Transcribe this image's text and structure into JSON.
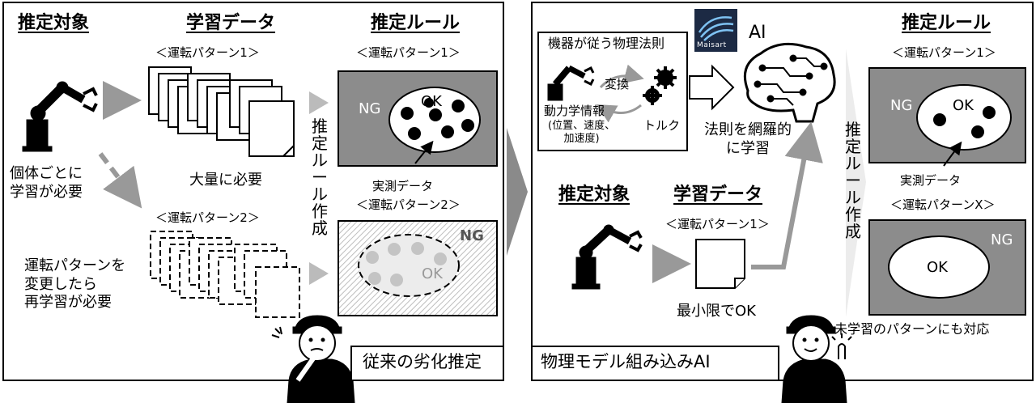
{
  "left": {
    "target_heading": "推定対象",
    "data_heading": "学習データ",
    "rule_heading": "推定ルール",
    "pattern1": "＜運転パターン1＞",
    "pattern2": "＜運転パターン2＞",
    "individual_note": "個体ごとに\n学習が必要",
    "large_needed": "大量に必要",
    "relearn_note": "運転パターンを\n変更したら\n再学習が必要",
    "vertical_label": "推定ルール作成",
    "ng": "NG",
    "ok": "OK",
    "measured": "実測データ",
    "caption": "従来の劣化推定"
  },
  "right": {
    "physics_title": "機器が従う物理法則",
    "transform": "変換",
    "dynamics": "動力学情報",
    "dynamics_detail": "(位置、速度、\n加速度)",
    "torque": "トルク",
    "ai_label": "AI",
    "logo_text": "Maisart",
    "cover_law": "法則を網羅的\nに学習",
    "target_heading": "推定対象",
    "data_heading": "学習データ",
    "pattern1": "＜運転パターン1＞",
    "minimal_ok": "最小限でOK",
    "vertical_label": "推定ルール作成",
    "rule_heading": "推定ルール",
    "patternX": "＜運転パターンX＞",
    "ng": "NG",
    "ok": "OK",
    "measured": "実測データ",
    "unlearned": "未学習のパターンにも対応",
    "caption": "物理モデル組み込みAI"
  },
  "colors": {
    "panel_gray": "#8c8c8c",
    "arrow_gray": "#999999",
    "big_arrow": "#8a8a8a"
  }
}
